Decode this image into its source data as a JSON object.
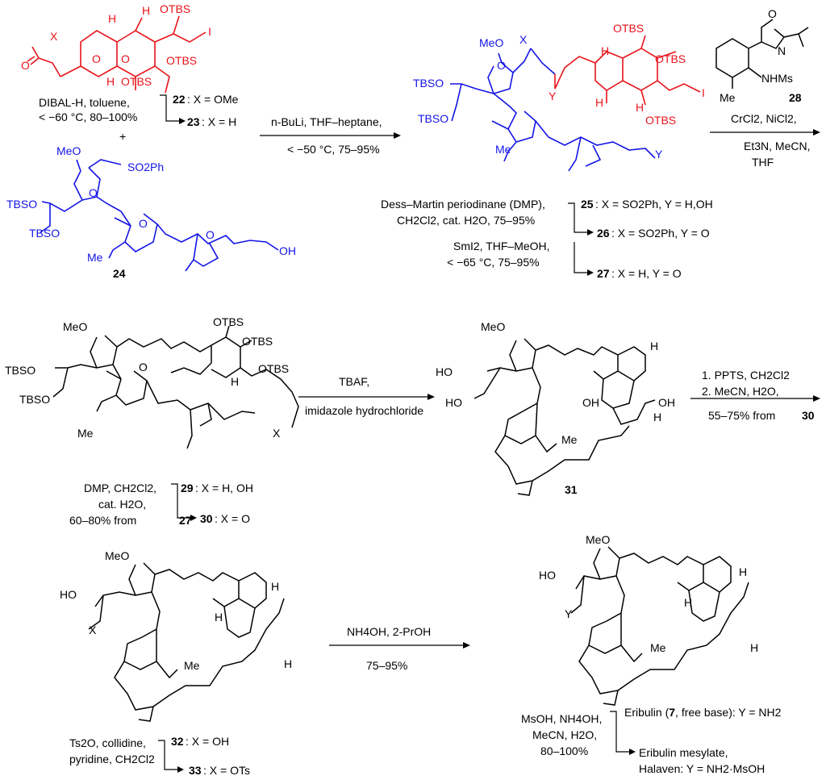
{
  "colors": {
    "fragment_a": "#e8141b",
    "fragment_b": "#1414e6",
    "default": "#000000"
  },
  "compounds": {
    "c22": {
      "x_label": "X",
      "o_label": "O",
      "tbs1": "OTBS",
      "tbs2": "OTBS",
      "tbs3": "OTBS",
      "h1": "H",
      "h2": "H",
      "h3": "H",
      "i": "I",
      "ring_o1": "O",
      "ring_o2": "O"
    },
    "c24": {
      "meo": "MeO",
      "so2ph": "SO2Ph",
      "tbso1": "TBSO",
      "tbso2": "TBSO",
      "me": "Me",
      "oh": "OH",
      "o1": "O",
      "o2": "O",
      "o3": "O",
      "number": "24"
    },
    "c28": {
      "o": "O",
      "n": "N",
      "nhms": "NHMs",
      "me": "Me",
      "number": "28"
    },
    "c25": {
      "meo": "MeO",
      "x": "X",
      "y": "Y",
      "o": "O",
      "tbso1": "TBSO",
      "tbso2": "TBSO",
      "otbs1": "OTBS",
      "otbs2": "OTBS",
      "otbs3": "OTBS",
      "me": "Me",
      "i": "I",
      "h1": "H",
      "h2": "H",
      "h3": "H",
      "y2": "Y"
    },
    "c29": {
      "meo": "MeO",
      "o": "O",
      "tbso1": "TBSO",
      "tbso2": "TBSO",
      "otbs1": "OTBS",
      "otbs2": "OTBS",
      "otbs3": "OTBS",
      "me": "Me",
      "h": "H",
      "x": "X"
    },
    "c31": {
      "meo": "MeO",
      "ho1": "HO",
      "ho2": "HO",
      "oh1": "OH",
      "oh2": "OH",
      "h1": "H",
      "h2": "H",
      "me": "Me",
      "number": "31"
    },
    "c32": {
      "meo": "MeO",
      "ho": "HO",
      "x": "X",
      "h1": "H",
      "h2": "H",
      "h3": "H",
      "me": "Me"
    },
    "c7": {
      "meo": "MeO",
      "ho": "HO",
      "y": "Y",
      "h1": "H",
      "h2": "H",
      "h3": "H",
      "me": "Me"
    }
  },
  "steps": {
    "s1": {
      "reagent": "DIBAL-H, toluene,",
      "cond": "< −60 °C, 80–100%",
      "from_num": "22",
      "from_rest": ": X = OMe",
      "to_num": "23",
      "to_rest": ": X = H"
    },
    "plus": "+",
    "s2": {
      "line1": "n-BuLi, THF–heptane,",
      "line2": "< −50 °C, 75–95%"
    },
    "s3": {
      "line1": "CrCl2, NiCl2,",
      "line2": "Et3N, MeCN,",
      "line3": "THF"
    },
    "s4": {
      "line1": "Dess–Martin periodinane (DMP),",
      "line2": "CH2Cl2, cat. H2O, 75–95%",
      "a_num": "25",
      "a_rest": ": X = SO2Ph, Y = H,OH",
      "b_num": "26",
      "b_rest": ": X = SO2Ph, Y = O"
    },
    "s5": {
      "line1": "SmI2, THF–MeOH,",
      "line2": "< −65 °C, 75–95%",
      "num": "27",
      "rest": ": X = H, Y = O"
    },
    "s6": {
      "line1": "TBAF,",
      "line2": "imidazole hydrochloride"
    },
    "s7": {
      "line1": "1. PPTS, CH2Cl2",
      "line2": "2. MeCN, H2O,",
      "line3": "55–75% from ",
      "line3_num": "30"
    },
    "s8": {
      "line1": "DMP, CH2Cl2,",
      "line2": "cat. H2O,",
      "line3": "60–80% from ",
      "line3_num": "27",
      "a_num": "29",
      "a_rest": ": X = H, OH",
      "b_num": "30",
      "b_rest": ": X = O"
    },
    "s9": {
      "line1": "NH4OH, 2-PrOH",
      "line2": "75–95%"
    },
    "s10": {
      "line1": "Ts2O, collidine,",
      "line2": "pyridine, CH2Cl2",
      "a_num": "32",
      "a_rest": ": X = OH",
      "b_num": "33",
      "b_rest": ": X = OTs"
    },
    "s11": {
      "line1": "MsOH, NH4OH,",
      "line2": "MeCN, H2O,",
      "line3": "80–100%",
      "a": "Eribulin (",
      "a_num": "7",
      "a_rest": ", free base): Y = NH2",
      "b": "Eribulin mesylate,",
      "c": "Halaven: Y = NH2·MsOH"
    }
  }
}
